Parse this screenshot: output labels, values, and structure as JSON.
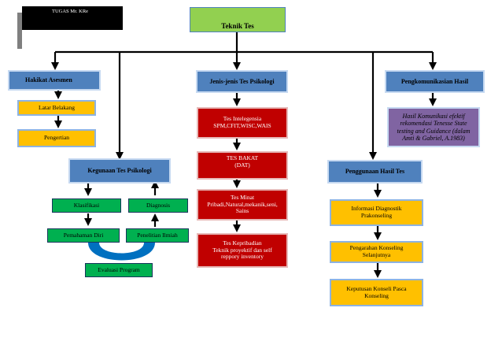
{
  "header": {
    "tag": "TUGAS Mr. KRe",
    "title": "Teknik Tes"
  },
  "branches": {
    "hakikat": {
      "title": "Hakikat Asesmen",
      "items": [
        "Latar Belakang",
        "Pengertian"
      ]
    },
    "jenis": {
      "title": "Jenis-jenis Tes Psikologi",
      "items": [
        "Tes Intelegensia\nSPM,CFIT,WISC,WAIS",
        "TES BAKAT\n(DAT)",
        "Tes Minat\nPribadi,Natural,mekanik,seni,\nSains",
        "Tes Kepribadian\nTeknik proyektif dan self\nreppory inventory"
      ]
    },
    "komunikasi": {
      "title": "Pengkomunikasian Hasil",
      "note": "Hasil Komunikasi efektif rekomendasi Tenesse State testing and Guidance (dalam Amti & Gabriel, A.1983)"
    },
    "kegunaan": {
      "title": "Kegunaan Tes Psikologi",
      "items": [
        "Klasifikasi",
        "Diagnosis",
        "Pemahaman Diri",
        "Penelitian Ilmiah",
        "Evaluasi Program"
      ]
    },
    "penggunaan": {
      "title": "Penggunaan Hasil Tes",
      "items": [
        "Informasi Diagnostik\nPrakonseling",
        "Pengarahan Konseling\nSelanjutnya",
        "Keputusan Konseli Pasca\nKonseling"
      ]
    }
  },
  "colors": {
    "title": "#92d050",
    "node": "#4f81bd",
    "item": "#ffc000",
    "red": "#c00000",
    "green": "#00b050",
    "purple": "#8064a2"
  }
}
